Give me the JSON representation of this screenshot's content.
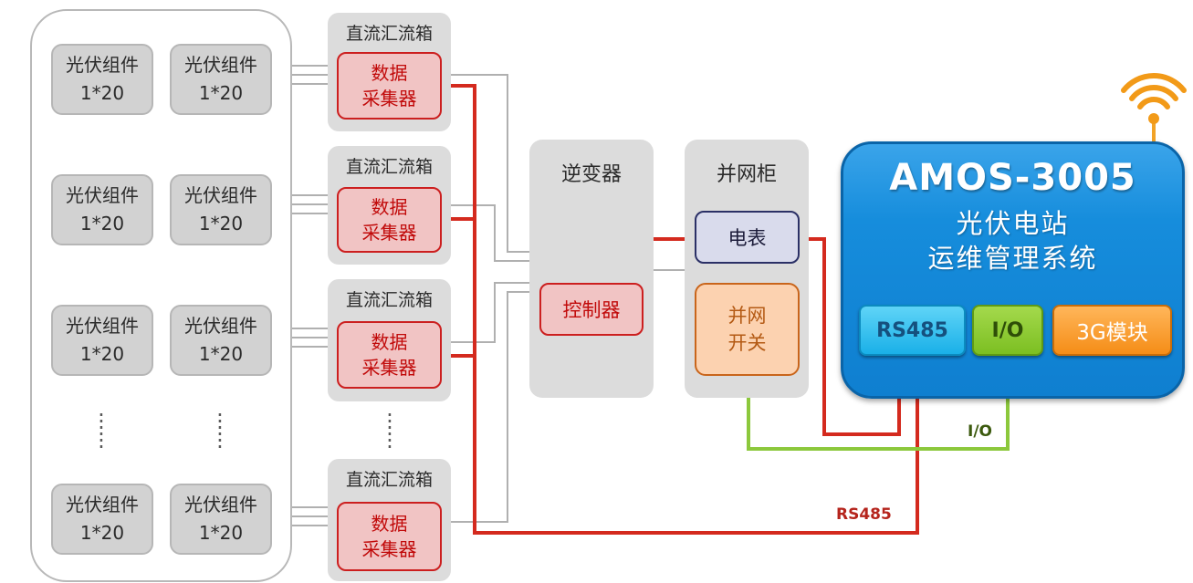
{
  "module": {
    "line1": "光伏组件",
    "line2": "1*20"
  },
  "combiner": {
    "title": "直流汇流箱",
    "collector_line1": "数据",
    "collector_line2": "采集器"
  },
  "inverter": {
    "title": "逆变器",
    "controller": "控制器"
  },
  "grid_cabinet": {
    "title": "并网柜",
    "meter": "电表",
    "switch_line1": "并网",
    "switch_line2": "开关"
  },
  "amos": {
    "title": "AMOS-3005",
    "subtitle_line1": "光伏电站",
    "subtitle_line2": "运维管理系统",
    "ports": {
      "rs485": "RS485",
      "io": "I/O",
      "g3": "3G模块"
    }
  },
  "labels": {
    "io_wire": "I/O",
    "rs485_wire": "RS485"
  },
  "icons": {
    "wireless": "wifi-signal-icon"
  },
  "colors": {
    "red_wire": "#d42a1e",
    "gray_wire": "#b0b0b0",
    "green_wire": "#8cc83c",
    "orange_wire": "#f2a327",
    "amos_blue": "#168ddc",
    "io_label": "#3c5a0e",
    "rs485_label": "#b5241c"
  }
}
